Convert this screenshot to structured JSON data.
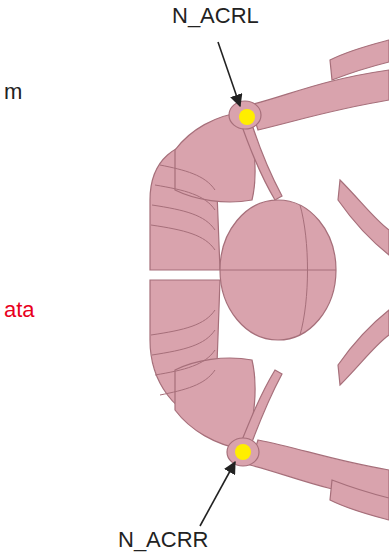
{
  "diagram": {
    "labels": [
      "N_ACRL",
      "m",
      "ata",
      "N_ACRR"
    ]
  }
}
